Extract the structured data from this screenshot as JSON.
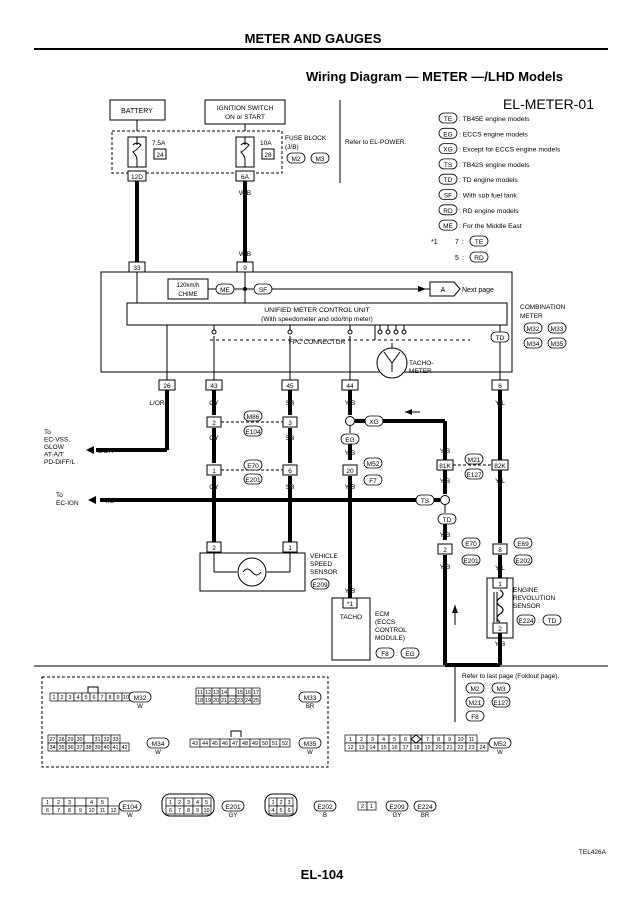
{
  "header": {
    "section_title": "METER AND GAUGES",
    "diagram_title": "Wiring Diagram — METER —/LHD Models",
    "diagram_code": "EL-METER-01",
    "page_number": "EL-104",
    "figure_code": "TEL426A"
  },
  "legend": [
    {
      "code": "TE",
      "text": ": TB45E engine models"
    },
    {
      "code": "EG",
      "text": ": ECCS engine models"
    },
    {
      "code": "XG",
      "text": ": Except for ECCS engine models"
    },
    {
      "code": "TS",
      "text": ": TB42S engine models"
    },
    {
      "code": "TD",
      "text": ": TD engine models"
    },
    {
      "code": "SF",
      "text": ": With sub fuel tank"
    },
    {
      "code": "RD",
      "text": ": RD engine models"
    },
    {
      "code": "ME",
      "text": ": For the Middle East"
    }
  ],
  "footnote": {
    "mark": "*1",
    "lines": [
      {
        "num": "7",
        "code": "TE"
      },
      {
        "num": "5",
        "code": "RD"
      }
    ]
  },
  "power": {
    "battery": "BATTERY",
    "ignition_line1": "IGNITION SWITCH",
    "ignition_line2": "ON or START",
    "fuse1_amp": "7.5A",
    "fuse1_num": "24",
    "fuse2_amp": "10A",
    "fuse2_num": "28",
    "fuse_block_line1": "FUSE BLOCK",
    "fuse_block_line2": "(J/B)",
    "fuse_conn_m2": "M2",
    "fuse_conn_m3": "M3",
    "refer": "Refer to EL-POWER.",
    "term_12d": "12D",
    "term_6a": "6A"
  },
  "wires": {
    "r": "R",
    "wb": "W/B",
    "gy": "GY",
    "sb": "SB",
    "yb": "Y/B",
    "yl": "Y/L",
    "lor": "L/OR"
  },
  "meter": {
    "term_33": "33",
    "term_9": "9",
    "chime_line1": "120km/h",
    "chime_line2": "CHIME",
    "me": "ME",
    "sf": "SF",
    "a": "A",
    "next_page": "Next page",
    "unit_line1": "UNIFIED METER CONTROL UNIT",
    "unit_line2": "(With speedometer and odo/trip meter)",
    "fpc": "FPC CONNECTOR",
    "tacho_line1": "TACHO-",
    "tacho_line2": "METER",
    "combo_line1": "COMBINATION",
    "combo_line2": "METER",
    "conn_m32": "M32",
    "conn_m33": "M33",
    "conn_m34": "M34",
    "conn_m35": "M35",
    "td": "TD",
    "pins": [
      "26",
      "43",
      "45",
      "44",
      "6"
    ]
  },
  "harness": {
    "to_ecvss": [
      "To",
      "EC-VSS,",
      "GLOW",
      "AT-A/T",
      "PD-DIFF/L"
    ],
    "to_ecign": [
      "To",
      "EC-IGN"
    ],
    "m86": "M86",
    "e104": "E104",
    "e70": "E70",
    "e201": "E201",
    "pin2": "2",
    "pin3": "3",
    "pin1": "1",
    "pin6": "6",
    "m52": "M52",
    "pin20": "20",
    "f7": "F7",
    "xg": "XG",
    "eg": "EG",
    "ts": "TS",
    "td": "TD",
    "pin81k": "81K",
    "pin82k": "82K",
    "m21": "M21",
    "e127": "E127",
    "e70b": "E70",
    "e201b": "E201",
    "e69": "E69",
    "e202": "E202",
    "pin2b": "2",
    "pin8": "8"
  },
  "vss": {
    "line1": "VEHICLE",
    "line2": "SPEED",
    "line3": "SENSOR",
    "conn": "E209",
    "pin2": "2",
    "pin1": "1"
  },
  "ecm": {
    "pin": "*1",
    "tacho": "TACHO",
    "line1": "ECM",
    "line2": "(ECCS",
    "line3": "CONTROL",
    "line4": "MODULE)",
    "conn": "F8",
    "eg": "EG"
  },
  "ers": {
    "line1": "ENGINE",
    "line2": "REVOLUTION",
    "line3": "SENSOR",
    "conn": "E224",
    "td": "TD",
    "pin1": "1",
    "pin2": "2"
  },
  "foldout": {
    "text": "Refer to last page (Foldout page).",
    "codes": [
      "M2",
      "M3",
      "M21",
      "E127",
      "F8"
    ]
  },
  "connectors": {
    "m32": {
      "name": "M32",
      "color": "W",
      "pins": [
        "1",
        "2",
        "3",
        "4",
        "5",
        "6",
        "7",
        "8",
        "9",
        "10"
      ]
    },
    "m33": {
      "name": "M33",
      "color": "BR",
      "top": [
        "11",
        "12",
        "13",
        "14",
        "",
        "15",
        "16",
        "17"
      ],
      "bottom": [
        "18",
        "19",
        "20",
        "21",
        "22",
        "23",
        "24",
        "25"
      ]
    },
    "m34": {
      "name": "M34",
      "color": "W",
      "top": [
        "27",
        "28",
        "29",
        "30",
        "",
        "31",
        "32",
        "33"
      ],
      "bottom": [
        "34",
        "35",
        "36",
        "37",
        "38",
        "39",
        "40",
        "41",
        "42"
      ]
    },
    "m35": {
      "name": "M35",
      "color": "W",
      "pins": [
        "43",
        "44",
        "45",
        "46",
        "47",
        "48",
        "49",
        "50",
        "51",
        "52"
      ]
    },
    "m52": {
      "name": "M52",
      "color": "W",
      "top": [
        "1",
        "2",
        "3",
        "4",
        "5",
        "6",
        "",
        "7",
        "8",
        "9",
        "10",
        "11"
      ],
      "bottom": [
        "12",
        "13",
        "14",
        "15",
        "16",
        "17",
        "18",
        "19",
        "20",
        "21",
        "22",
        "23",
        "24"
      ]
    },
    "e104": {
      "name": "E104",
      "color": "W",
      "top": [
        "1",
        "2",
        "3",
        "",
        "4",
        "5"
      ],
      "bottom": [
        "6",
        "7",
        "8",
        "9",
        "10",
        "11",
        "12"
      ]
    },
    "e201": {
      "name": "E201",
      "color": "GY",
      "top": [
        "1",
        "2",
        "3",
        "4",
        "5"
      ],
      "bottom": [
        "6",
        "7",
        "8",
        "9",
        "10"
      ]
    },
    "e202": {
      "name": "E202",
      "color": "B",
      "top": [
        "1",
        "2",
        "3"
      ],
      "bottom": [
        "4",
        "5",
        "6"
      ]
    },
    "e209": {
      "name": "E209",
      "color": "GY",
      "pins": [
        "2",
        "1"
      ]
    },
    "e224": {
      "name": "E224",
      "color": "BR"
    }
  }
}
